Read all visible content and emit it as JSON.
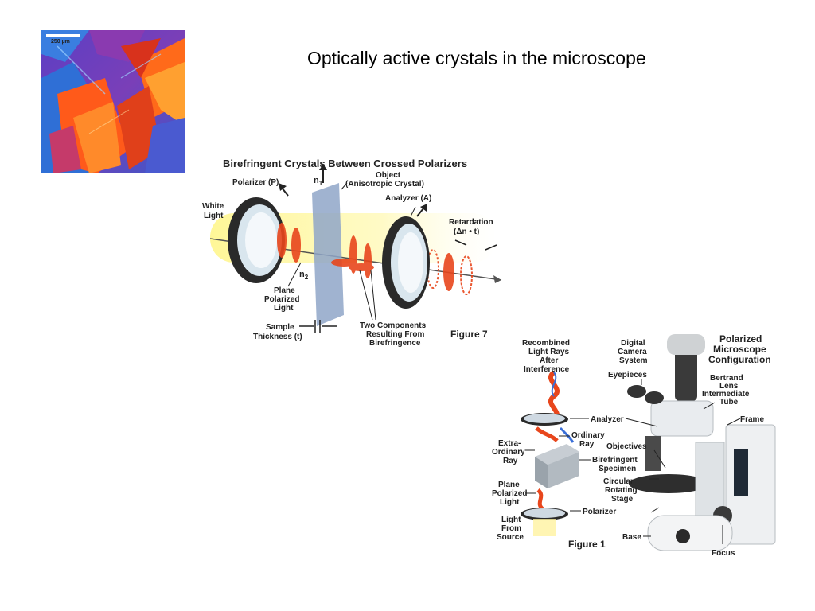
{
  "slide": {
    "title": "Optically active crystals in the microscope"
  },
  "micrograph": {
    "scale_bar": "250 µm"
  },
  "figure7": {
    "title": "Birefringent Crystals Between Crossed Polarizers",
    "polarizer": "Polarizer (P)",
    "n1": "n",
    "n1_sub": "1",
    "object_line1": "Object",
    "object_line2": "(Anisotropic Crystal)",
    "analyzer": "Analyzer (A)",
    "white_line1": "White",
    "white_line2": "Light",
    "retardation_line1": "Retardation",
    "retardation_line2": "(Δn • t)",
    "n2": "n",
    "n2_sub": "2",
    "plane_line1": "Plane",
    "plane_line2": "Polarized",
    "plane_line3": "Light",
    "sample_line1": "Sample",
    "sample_line2": "Thickness (t)",
    "two_line1": "Two Components",
    "two_line2": "Resulting From",
    "two_line3": "Birefringence",
    "caption": "Figure 7"
  },
  "figure1": {
    "recombined_line1": "Recombined",
    "recombined_line2": "Light Rays",
    "recombined_line3": "After",
    "recombined_line4": "Interference",
    "camera_line1": "Digital",
    "camera_line2": "Camera",
    "camera_line3": "System",
    "title_line1": "Polarized",
    "title_line2": "Microscope",
    "title_line3": "Configuration",
    "eyepieces": "Eyepieces",
    "bertrand_line1": "Bertrand",
    "bertrand_line2": "Lens",
    "bertrand_line3": "Intermediate",
    "bertrand_line4": "Tube",
    "analyzer": "Analyzer",
    "frame": "Frame",
    "ordinary_line1": "Ordinary",
    "ordinary_line2": "Ray",
    "objectives": "Objectives",
    "extra_line1": "Extra-",
    "extra_line2": "Ordinary",
    "extra_line3": "Ray",
    "specimen_line1": "Birefringent",
    "specimen_line2": "Specimen",
    "stage_line1": "Circular",
    "stage_line2": "Rotating",
    "stage_line3": "Stage",
    "plane_line1": "Plane",
    "plane_line2": "Polarized",
    "plane_line3": "Light",
    "polarizer": "Polarizer",
    "source_line1": "Light",
    "source_line2": "From",
    "source_line3": "Source",
    "base": "Base",
    "focus": "Focus",
    "caption": "Figure 1"
  }
}
